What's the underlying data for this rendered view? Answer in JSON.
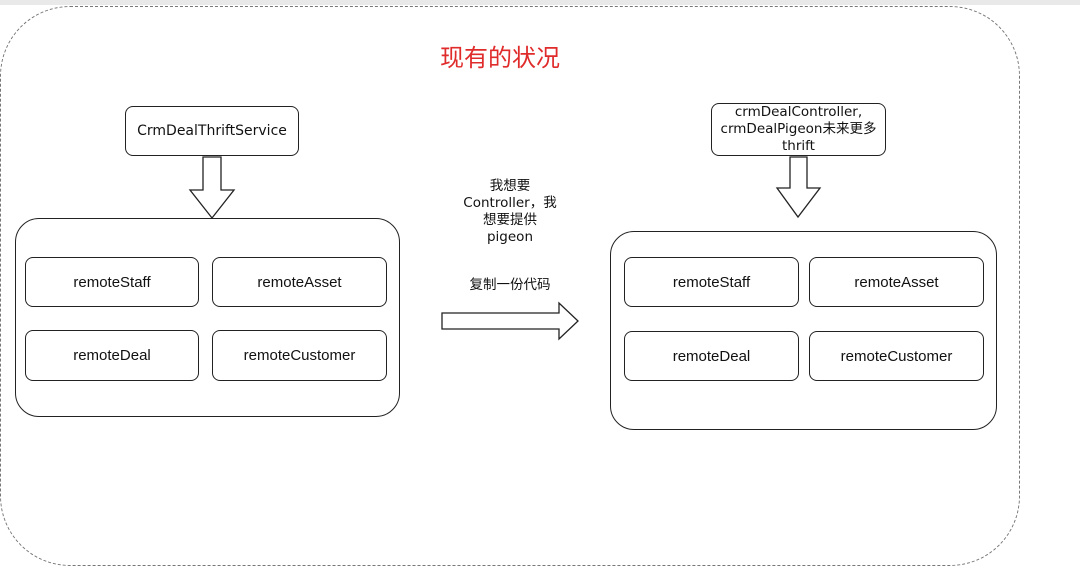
{
  "diagram": {
    "title": "现有的状况",
    "left": {
      "service": "CrmDealThriftService",
      "modules": [
        "remoteStaff",
        "remoteAsset",
        "remoteDeal",
        "remoteCustomer"
      ]
    },
    "middle": {
      "note_lines": [
        "我想要",
        "Controller，我",
        "想要提供",
        "pigeon"
      ],
      "copy": "复制一份代码"
    },
    "right": {
      "top_lines": [
        "crmDealController,",
        "crmDealPigeon未来更多",
        "thrift"
      ],
      "modules": [
        "remoteStaff",
        "remoteAsset",
        "remoteDeal",
        "remoteCustomer"
      ]
    }
  }
}
